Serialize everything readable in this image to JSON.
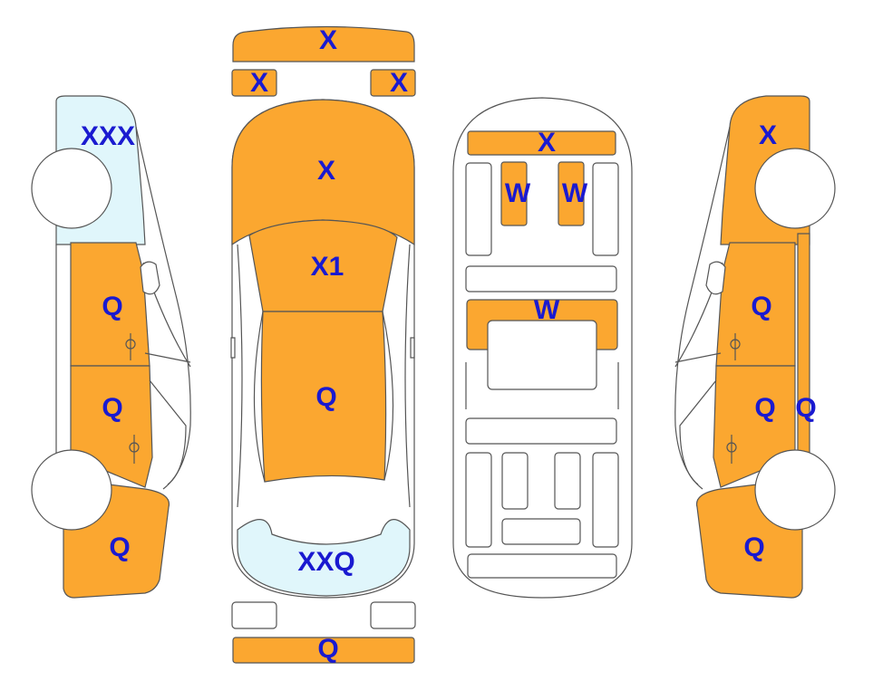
{
  "colors": {
    "damaged": "#FBA730",
    "light": "#E0F6FB",
    "outline": "#555555",
    "label": "#1A1AD0",
    "wheel": "#FFFFFF"
  },
  "labels": {
    "front_bumper": "X",
    "headlight_left": "X",
    "headlight_right": "X",
    "hood": "X",
    "windshield": "X1",
    "roof": "Q",
    "rear_window": "XXQ",
    "rear_bumper": "Q",
    "left_front_fender": "XXX",
    "left_front_door": "Q",
    "left_rear_door": "Q",
    "left_quarter_panel": "Q",
    "right_front_fender": "X",
    "right_front_door": "Q",
    "right_rear_door": "Q",
    "right_rear_door_edge": "Q",
    "right_quarter_panel": "Q",
    "under_front_crossmember": "X",
    "under_left_rail": "W",
    "under_right_rail": "W",
    "under_middle_panel": "W"
  }
}
